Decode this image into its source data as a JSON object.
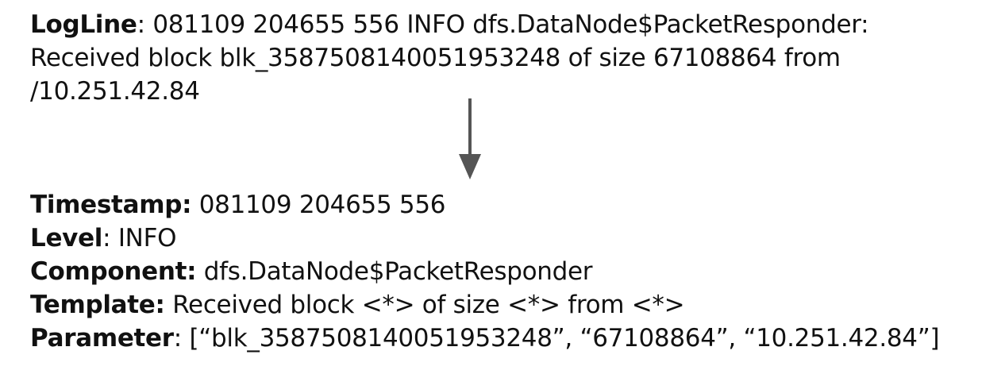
{
  "log_line": {
    "label": "LogLine",
    "separator": ": ",
    "lines": [
      "081109 204655 556 INFO dfs.DataNode$PacketResponder:",
      "Received block blk_3587508140051953248 of size 67108864 from",
      "/10.251.42.84"
    ]
  },
  "parsed": {
    "timestamp": {
      "label": "Timestamp:",
      "value": " 081109 204655 556"
    },
    "level": {
      "label": "Level",
      "value": ": INFO"
    },
    "component": {
      "label": "Component:",
      "value": " dfs.DataNode$PacketResponder"
    },
    "template": {
      "label": "Template:",
      "value": " Received block <*> of size <*> from <*>"
    },
    "parameter": {
      "label": "Parameter",
      "value": ": [“blk_3587508140051953248”, “67108864”, “10.251.42.84”]"
    }
  },
  "colors": {
    "text": "#111111",
    "arrow": "#555555"
  },
  "icons": {
    "arrow": "down-arrow-icon"
  }
}
